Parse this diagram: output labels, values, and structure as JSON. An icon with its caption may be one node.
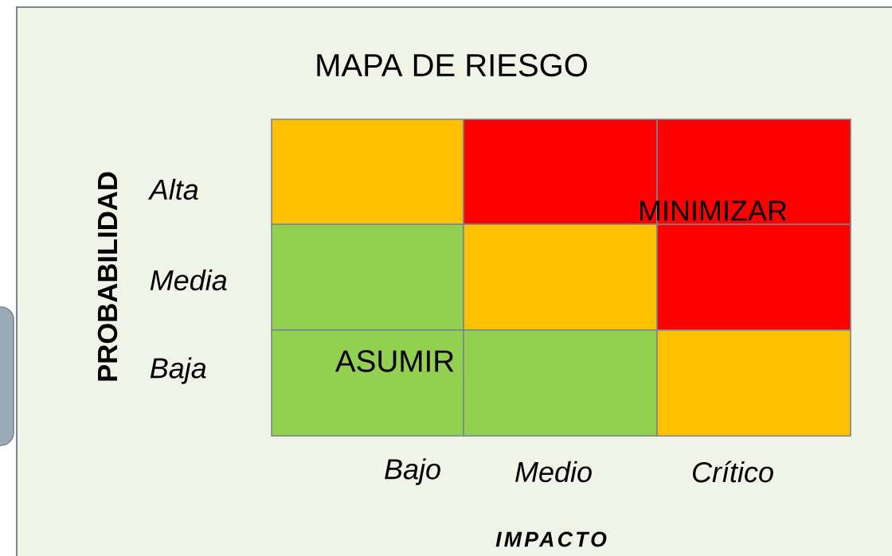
{
  "diagram": {
    "title": "MAPA DE RIESGO",
    "nodes": [
      {
        "text": [],
        "shape": "box"
      },
      {
        "text": [],
        "shape": "box"
      },
      {
        "text": [],
        "shape": "box"
      },
      {
        "text": [],
        "shape": "box"
      },
      {
        "text": [],
        "shape": "box"
      },
      {
        "text": [],
        "shape": "box"
      },
      {
        "text": [],
        "shape": "box"
      },
      {
        "text": [],
        "shape": "box"
      },
      {
        "text": [],
        "shape": "box"
      },
      {
        "text": [],
        "shape": "box"
      }
    ],
    "labels": [
      "PROBABILIDAD",
      "Alta",
      "MINIMIZAR",
      "Media",
      "Baja",
      "ASUMIR",
      "Bajo",
      "Medio",
      "Crítico",
      "IMPACTO"
    ]
  }
}
